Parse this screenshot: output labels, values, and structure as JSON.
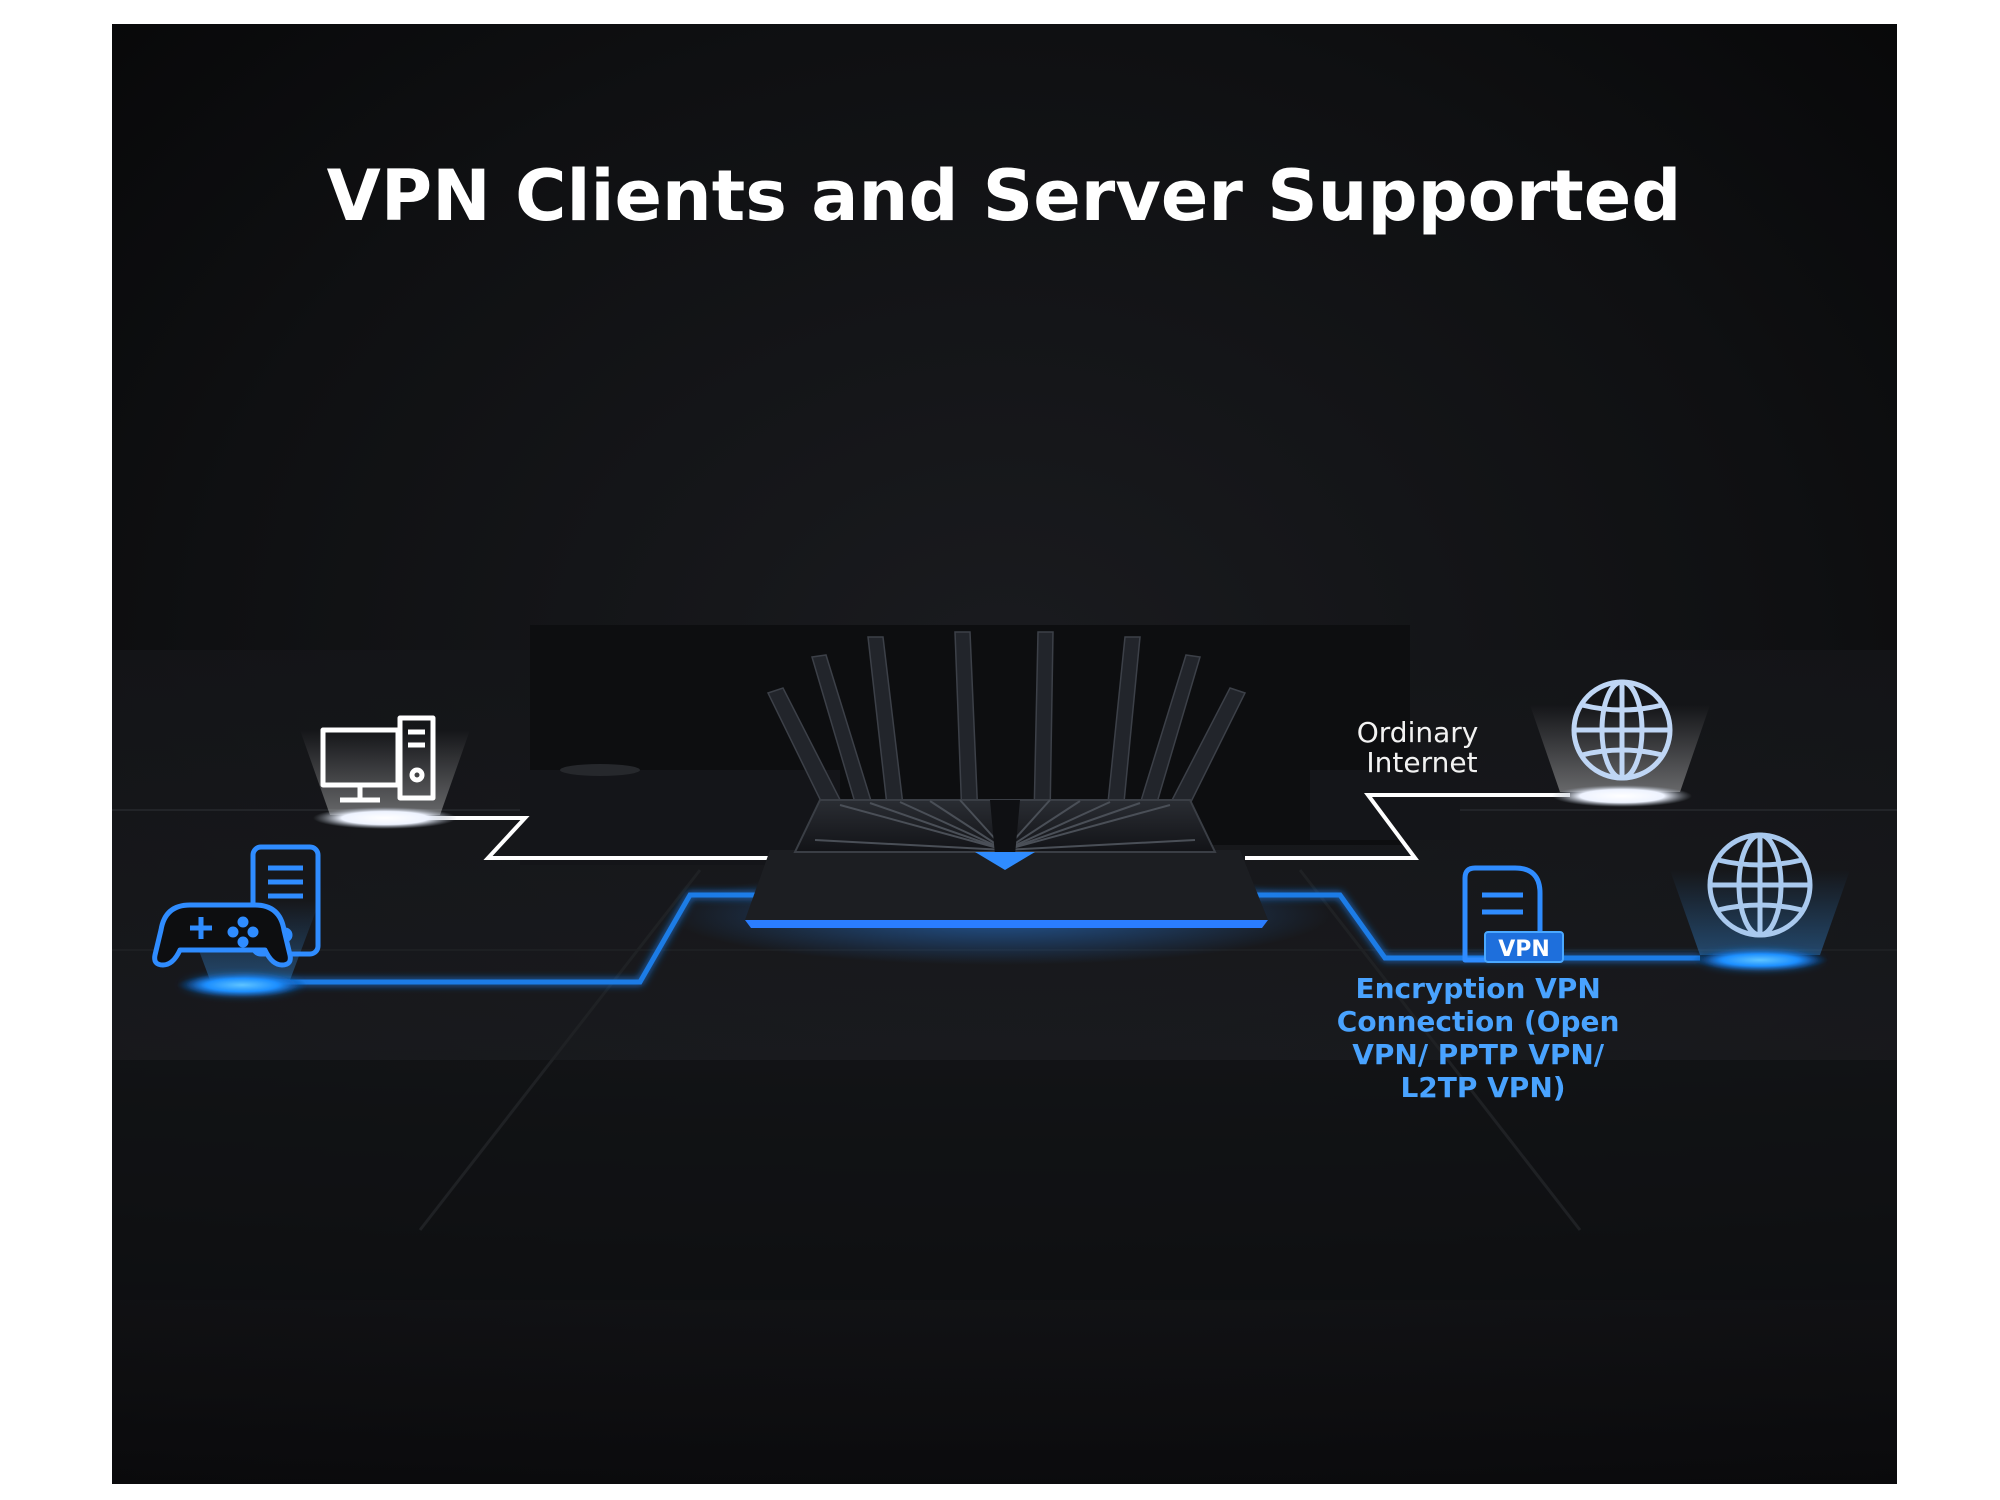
{
  "title": "VPN Clients and Server Supported",
  "ordinary_label": [
    "Ordinary",
    "Internet"
  ],
  "vpn_badge": "VPN",
  "encryption_label": [
    "Encryption VPN",
    "Connection (Open",
    "VPN/ PPTP VPN/",
    "L2TP VPN)"
  ],
  "colors": {
    "background": "#0a0a0a",
    "white_line": "#ffffff",
    "blue_line": "#1e7ce6",
    "blue_glow": "#2fa5ff",
    "icon_blue": "#2f8cff",
    "label_blue": "#49a3ff",
    "router_body": "#17191d"
  },
  "icons": [
    "desktop-computer-icon",
    "gamepad-icon",
    "server-tower-icon",
    "globe-icon",
    "vpn-server-icon",
    "globe-icon"
  ]
}
